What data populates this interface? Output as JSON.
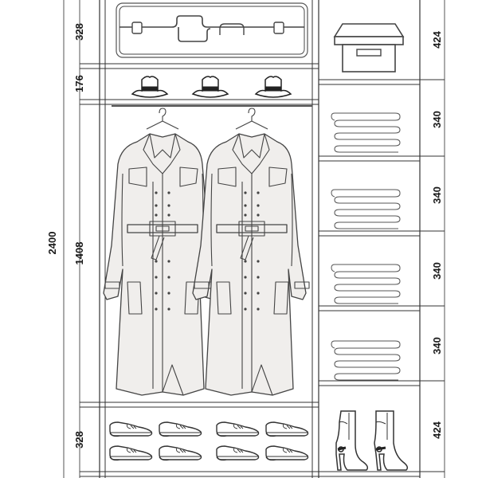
{
  "dimensions": {
    "total_height": "2400",
    "left_top": "328",
    "left_hats": "176",
    "left_hanging": "1408",
    "left_bottom": "328",
    "right_top": "424",
    "right_shelf_1": "340",
    "right_shelf_2": "340",
    "right_shelf_3": "340",
    "right_shelf_4": "340",
    "right_bottom": "424"
  },
  "colors": {
    "outline": "#333333",
    "coat_fill": "#f0eeec",
    "hat": "#222222"
  },
  "icons": [
    "suitcase-icon",
    "hat-icon",
    "box-icon",
    "coat-icon",
    "folded-clothes-icon",
    "shoe-icon",
    "boot-icon",
    "hanger-icon"
  ]
}
